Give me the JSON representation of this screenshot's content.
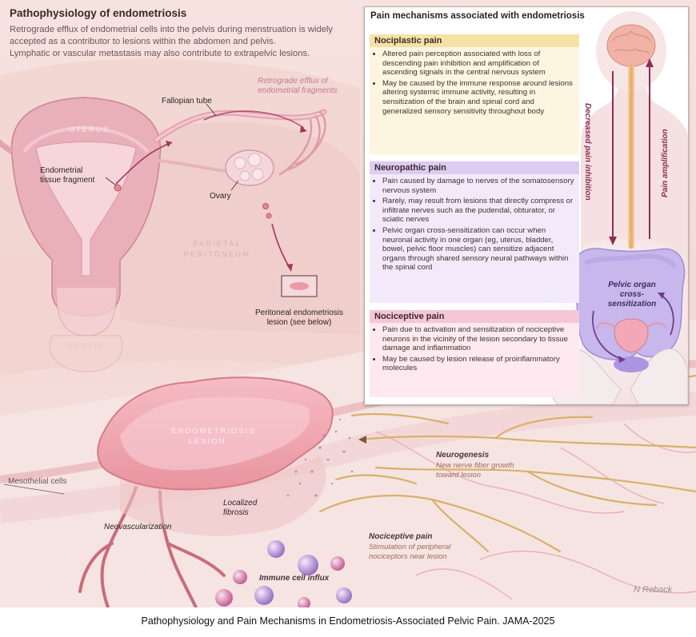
{
  "main": {
    "title": "Pathophysiology of endometriosis",
    "intro_1": "Retrograde efflux of endometrial cells into the pelvis during menstruation is widely accepted as a contributor to lesions within the abdomen and pelvis.",
    "intro_2": "Lymphatic or vascular metastasis may also contribute to extrapelvic lesions."
  },
  "anatomy": {
    "retrograde": "Retrograde efflux of endometrial fragments",
    "fallopian": "Fallopian tube",
    "uterus": "UTERUS",
    "fragment": "Endometrial tissue fragment",
    "ovary": "Ovary",
    "parietal": "PARIETAL PERITONEUM",
    "peritoneal_lesion": "Peritoneal endometriosis lesion (see below)",
    "cervix": "CERVIX"
  },
  "lesion": {
    "label": "ENDOMETRIOSIS LESION",
    "neurogenesis_title": "Neurogenesis",
    "neurogenesis_desc": "New nerve fiber growth toward lesion",
    "mesothelial": "Mesothelial cells",
    "fibrosis": "Localized fibrosis",
    "neovascularization": "Neovascularization",
    "nociceptive_title": "Nociceptive pain",
    "nociceptive_desc": "Stimulation of peripheral nociceptors near lesion",
    "immune": "Immune cell influx"
  },
  "panel": {
    "title": "Pain mechanisms associated with endometriosis",
    "nociplastic": {
      "heading": "Nociplastic pain",
      "items": [
        "Altered pain perception associated with loss of descending pain inhibition and amplification of ascending signals in the central nervous system",
        "May be caused by the immune response around lesions altering systemic immune activity, resulting in sensitization of the brain and spinal cord and generalized sensory sensitivity throughout body"
      ]
    },
    "neuropathic": {
      "heading": "Neuropathic pain",
      "items": [
        "Pain caused by damage to nerves of the somatosensory nervous system",
        "Rarely, may result from lesions that directly compress or infiltrate nerves such as the pudendal, obturator, or sciatic nerves",
        "Pelvic organ cross-sensitization can occur when neuronal activity in one organ (eg, uterus, bladder, bowel, pelvic floor muscles) can sensitize adjacent organs through shared sensory neural pathways within the spinal cord"
      ]
    },
    "nociceptive": {
      "heading": "Nociceptive pain",
      "items": [
        "Pain due to activation and sensitization of nociceptive neurons in the vicinity of the lesion secondary to tissue damage and inflammation",
        "May be caused by lesion release of proinflammatory molecules"
      ]
    },
    "decreased": "Decreased pain inhibition",
    "amplification": "Pain amplification",
    "cross_sens": "Pelvic organ cross-sensitization"
  },
  "signature": "N Reback",
  "caption": "Pathophysiology and Pain Mechanisms in Endometriosis-Associated Pelvic Pain. JAMA-2025",
  "colors": {
    "background": "#f4ddd9",
    "uterus": "#e9a9b3",
    "lesion": "#f2aab3",
    "nerve": "#d9b06a",
    "nociplastic": "#f6e2a6",
    "neuropathic": "#dccbf2",
    "nociceptive": "#f5c6d6",
    "arrow": "#8a2f55"
  }
}
